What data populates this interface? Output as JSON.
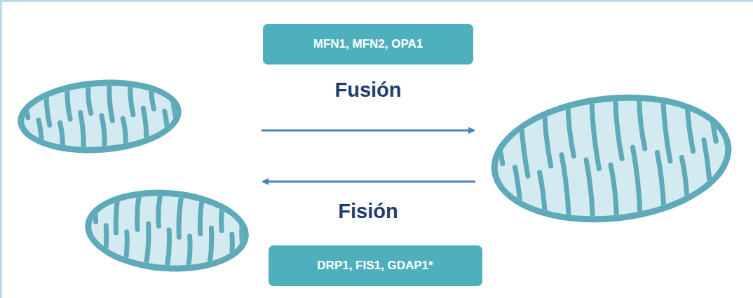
{
  "diagram": {
    "nodes": [
      {
        "text": [
          "MFN1, MFN2, OPA1"
        ]
      },
      {
        "text": [
          "DRP1, FIS1, GDAP1*"
        ]
      }
    ],
    "labels": [
      "Fusión",
      "Fisión"
    ]
  }
}
